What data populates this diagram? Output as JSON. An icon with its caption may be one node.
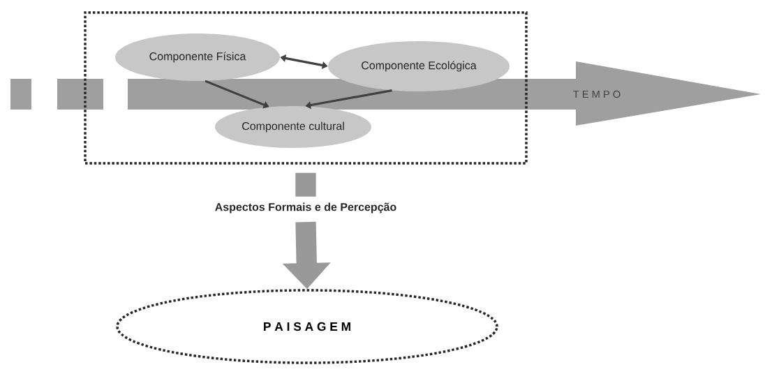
{
  "diagram": {
    "nodes": [
      {
        "text": [],
        "shape": "box"
      },
      {
        "text": [
          "Componente Física"
        ],
        "in": 0
      },
      {
        "text": [
          "Componente Ecológica"
        ],
        "in": 0
      },
      {
        "text": [
          "Componente cultural"
        ],
        "in": 0
      },
      {
        "text": [
          "T E M P O"
        ]
      },
      {
        "text": [
          "Aspectos Formais e de Percepção"
        ]
      },
      {
        "text": [
          "P A I S A G E M"
        ]
      }
    ],
    "edges": [
      {
        "from": 1,
        "to": 2,
        "arrow": "both"
      },
      {
        "from": 1,
        "to": 3,
        "arrow": "to"
      },
      {
        "from": 2,
        "to": 3,
        "arrow": "to"
      },
      {
        "from": 0,
        "to": 5,
        "arrow": "none",
        "style": "thick",
        "color": "#999999"
      },
      {
        "from": 5,
        "to": 6,
        "arrow": "to",
        "style": "thick",
        "color": "#999999"
      }
    ]
  }
}
